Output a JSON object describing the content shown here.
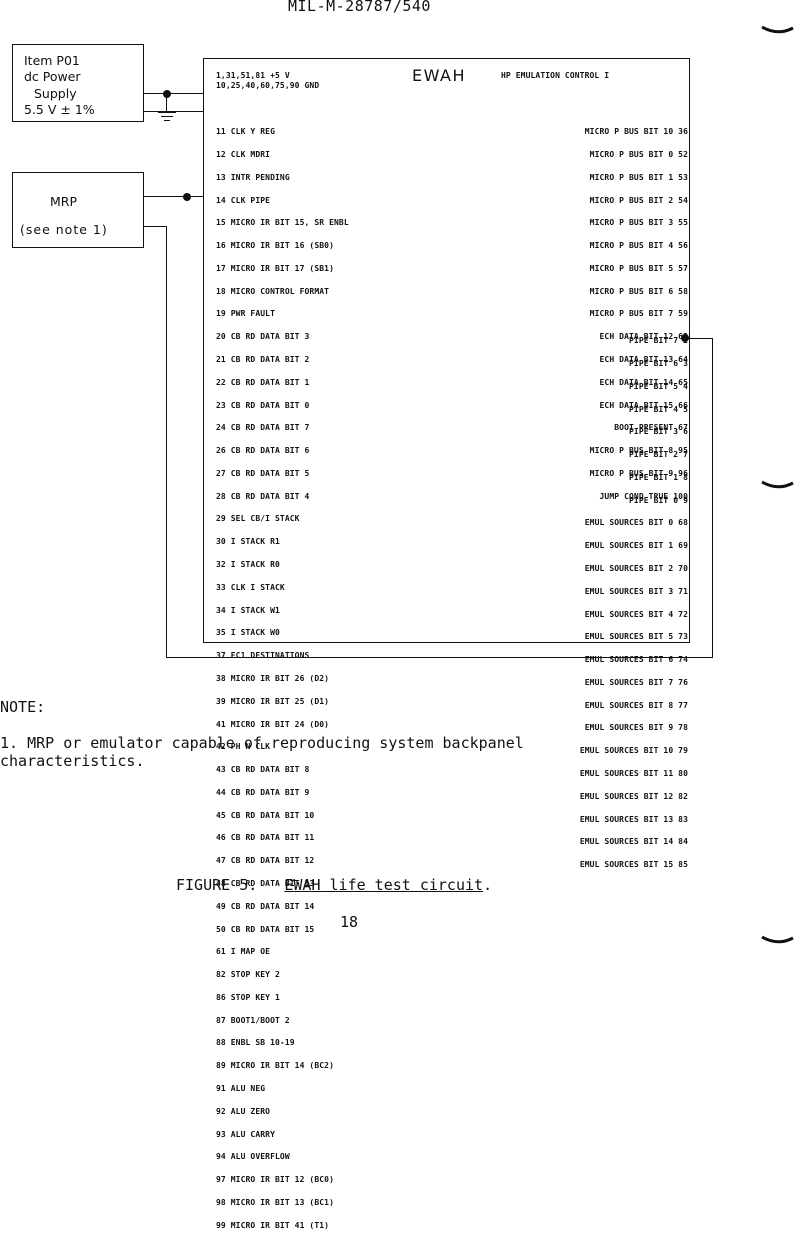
{
  "header": {
    "doc_id": "MIL-M-28787/540"
  },
  "psu": {
    "lines": [
      "Item P01",
      "dc Power",
      "Supply",
      "5.5 V ± 1%"
    ]
  },
  "mrp": {
    "lines": [
      "MRP",
      "(see note 1)"
    ]
  },
  "device": {
    "top_left_1": "1,31,51,81 +5 V",
    "top_left_2": "10,25,40,60,75,90 GND",
    "name": "EWAH",
    "title": "HP EMULATION CONTROL I",
    "left_pins": [
      "11 CLK Y REG",
      "12 CLK MDRI",
      "13 INTR PENDING",
      "14 CLK PIPE",
      "15 MICRO IR BIT 15, SR ENBL",
      "16 MICRO IR BIT 16 (SB0)",
      "17 MICRO IR BIT 17 (SB1)",
      "18 MICRO CONTROL FORMAT",
      "19 PWR FAULT",
      "20 CB RD DATA BIT 3",
      "21 CB RD DATA BIT 2",
      "22 CB RD DATA BIT 1",
      "23 CB RD DATA BIT 0",
      "24 CB RD DATA BIT 7",
      "26 CB RD DATA BIT 6",
      "27 CB RD DATA BIT 5",
      "28 CB RD DATA BIT 4",
      "29 SEL CB/I STACK",
      "30 I STACK R1",
      "32 I STACK R0",
      "33 CLK I STACK",
      "34 I STACK W1",
      "35 I STACK W0",
      "37 EC1 DESTINATIONS",
      "38 MICRO IR BIT 26 (D2)",
      "39 MICRO IR BIT 25 (D1)",
      "41 MICRO IR BIT 24 (D0)",
      "42 PH N CLK",
      "43 CB RD DATA BIT 8",
      "44 CB RD DATA BIT 9",
      "45 CB RD DATA BIT 10",
      "46 CB RD DATA BIT 11",
      "47 CB RD DATA BIT 12",
      "48 CB RD DATA BIT 13",
      "49 CB RD DATA BIT 14",
      "50 CB RD DATA BIT 15",
      "61 I MAP OE",
      "82 STOP KEY 2",
      "86 STOP KEY 1",
      "87 BOOT1/BOOT 2",
      "88 ENBL SB 10-19",
      "89 MICRO IR BIT 14 (BC2)",
      "91 ALU NEG",
      "92 ALU ZERO",
      "93 ALU CARRY",
      "94 ALU OVERFLOW",
      "97 MICRO IR BIT 12 (BC0)",
      "98 MICRO IR BIT 13 (BC1)",
      "99 MICRO IR BIT 41 (T1)"
    ],
    "right_pins_top": [
      "MICRO P BUS BIT 10 36",
      "MICRO P BUS BIT 0 52",
      "MICRO P BUS BIT 1 53",
      "MICRO P BUS BIT 2 54",
      "MICRO P BUS BIT 3 55",
      "MICRO P BUS BIT 4 56",
      "MICRO P BUS BIT 5 57",
      "MICRO P BUS BIT 6 58",
      "MICRO P BUS BIT 7 59",
      "ECH DATA BIT 12 63",
      "ECH DATA BIT 13 64",
      "ECH DATA BIT 14 65",
      "ECH DATA BIT 15 66",
      "BOOT PRESENT 67",
      "MICRO P BUS BIT 8 95",
      "MICRO P BUS BIT 9 96",
      "JUMP COND TRUE 100"
    ],
    "right_pins_bottom": [
      "PIPE BIT 7 2",
      "PIPE BIT 6 3",
      "PIPE BIT 5 4",
      "PIPE BIT 4 5",
      "PIPE BIT 3 6",
      "PIPE BIT 2 7",
      "PIPE BIT 1 8",
      "PIPE BIT 0 9",
      "EMUL SOURCES BIT 0 68",
      "EMUL SOURCES BIT 1 69",
      "EMUL SOURCES BIT 2 70",
      "EMUL SOURCES BIT 3 71",
      "EMUL SOURCES BIT 4 72",
      "EMUL SOURCES BIT 5 73",
      "EMUL SOURCES BIT 6 74",
      "EMUL SOURCES BIT 7 76",
      "EMUL SOURCES BIT 8 77",
      "EMUL SOURCES BIT 9 78",
      "EMUL SOURCES BIT 10 79",
      "EMUL SOURCES BIT 11 80",
      "EMUL SOURCES BIT 12 82",
      "EMUL SOURCES BIT 13 83",
      "EMUL SOURCES BIT 14 84",
      "EMUL SOURCES BIT 15 85"
    ]
  },
  "note": {
    "heading": "NOTE:",
    "item_1": "1.  MRP or emulator capable of reproducing system backpanel characteristics."
  },
  "figure": {
    "prefix": "FIGURE 5.",
    "caption": "EWAH life test circuit",
    "suffix": "."
  },
  "page_number": "18"
}
